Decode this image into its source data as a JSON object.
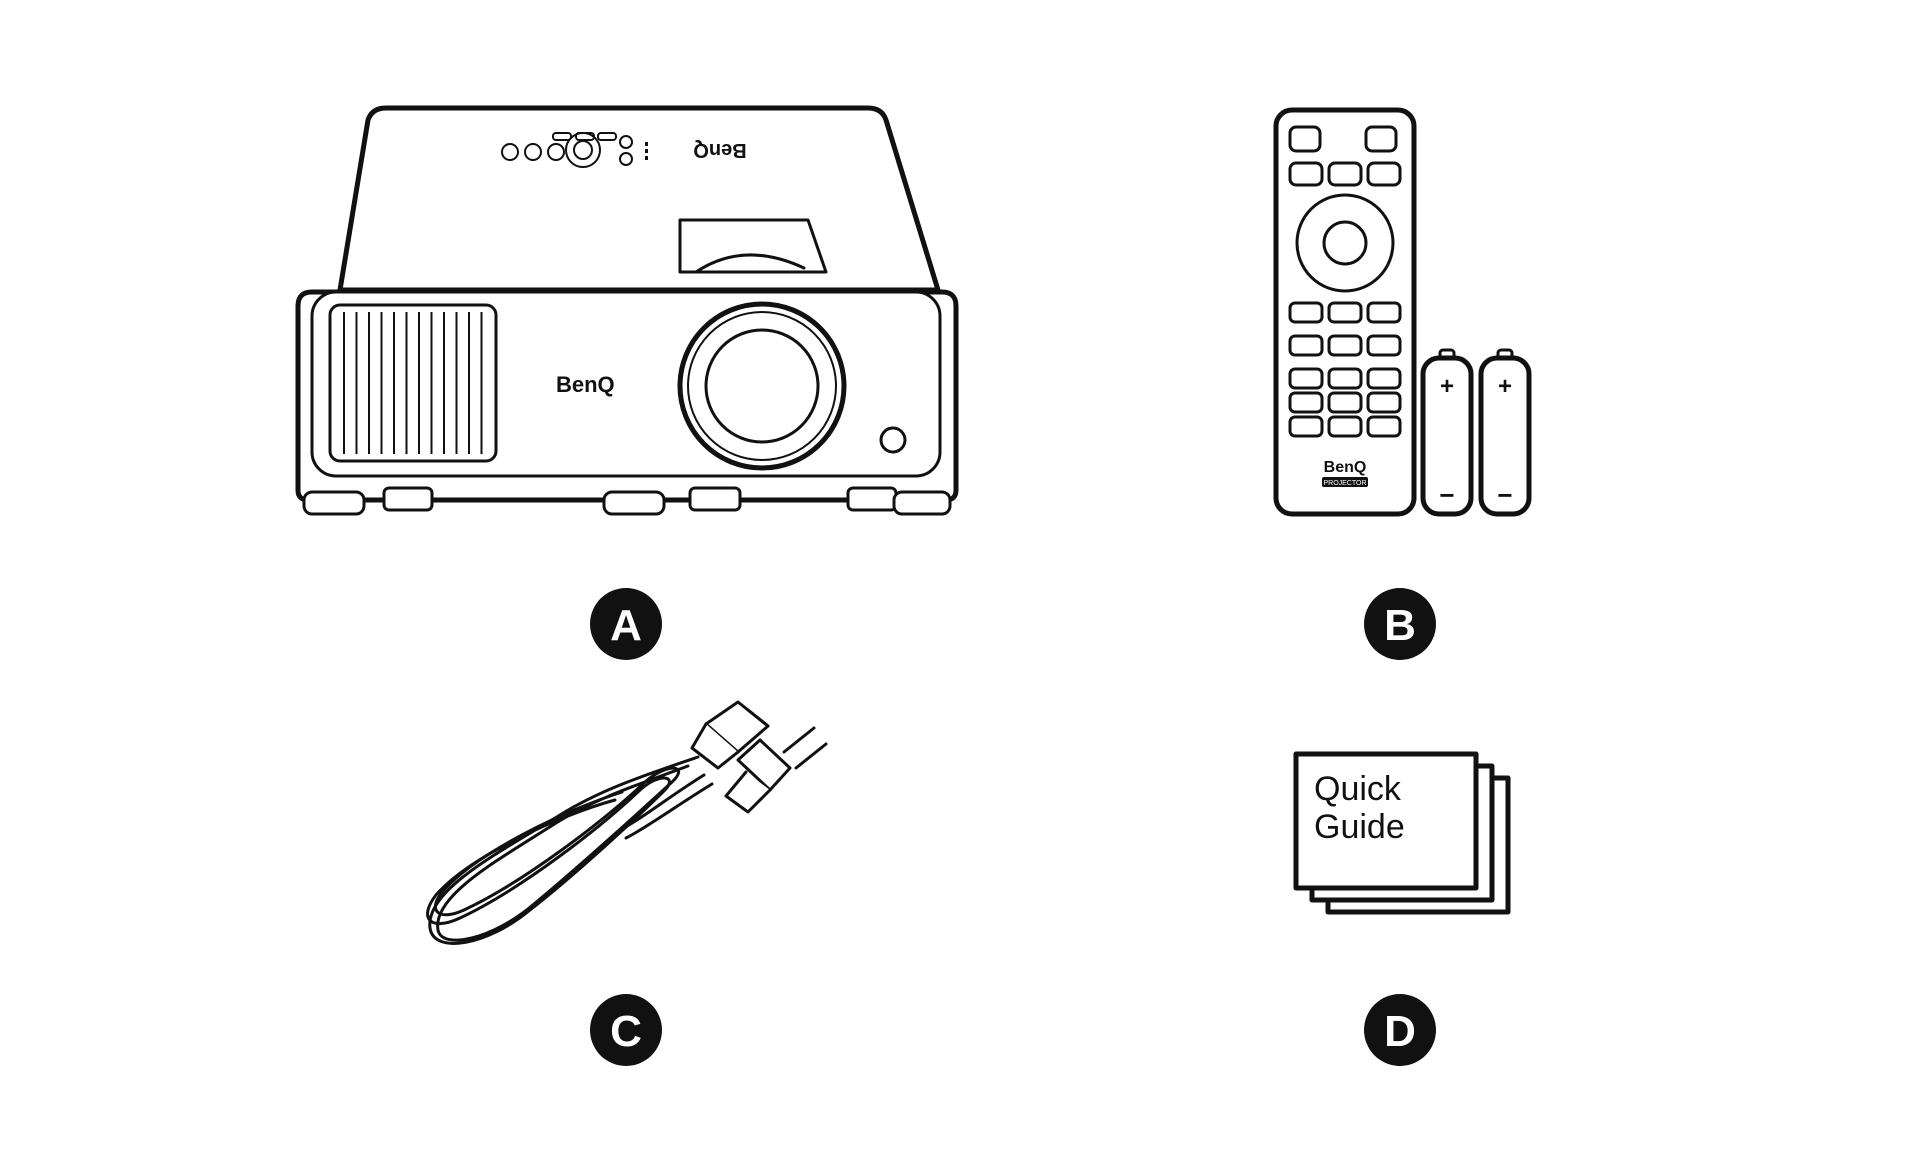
{
  "items": [
    {
      "badge": "A",
      "brand_top": "BenQ",
      "brand_front": "BenQ"
    },
    {
      "badge": "B",
      "brand": "BenQ",
      "sub_brand": "PROJECTOR",
      "battery_plus": "+",
      "battery_minus": "−"
    },
    {
      "badge": "C"
    },
    {
      "badge": "D",
      "book_line1": "Quick",
      "book_line2": "Guide"
    }
  ]
}
